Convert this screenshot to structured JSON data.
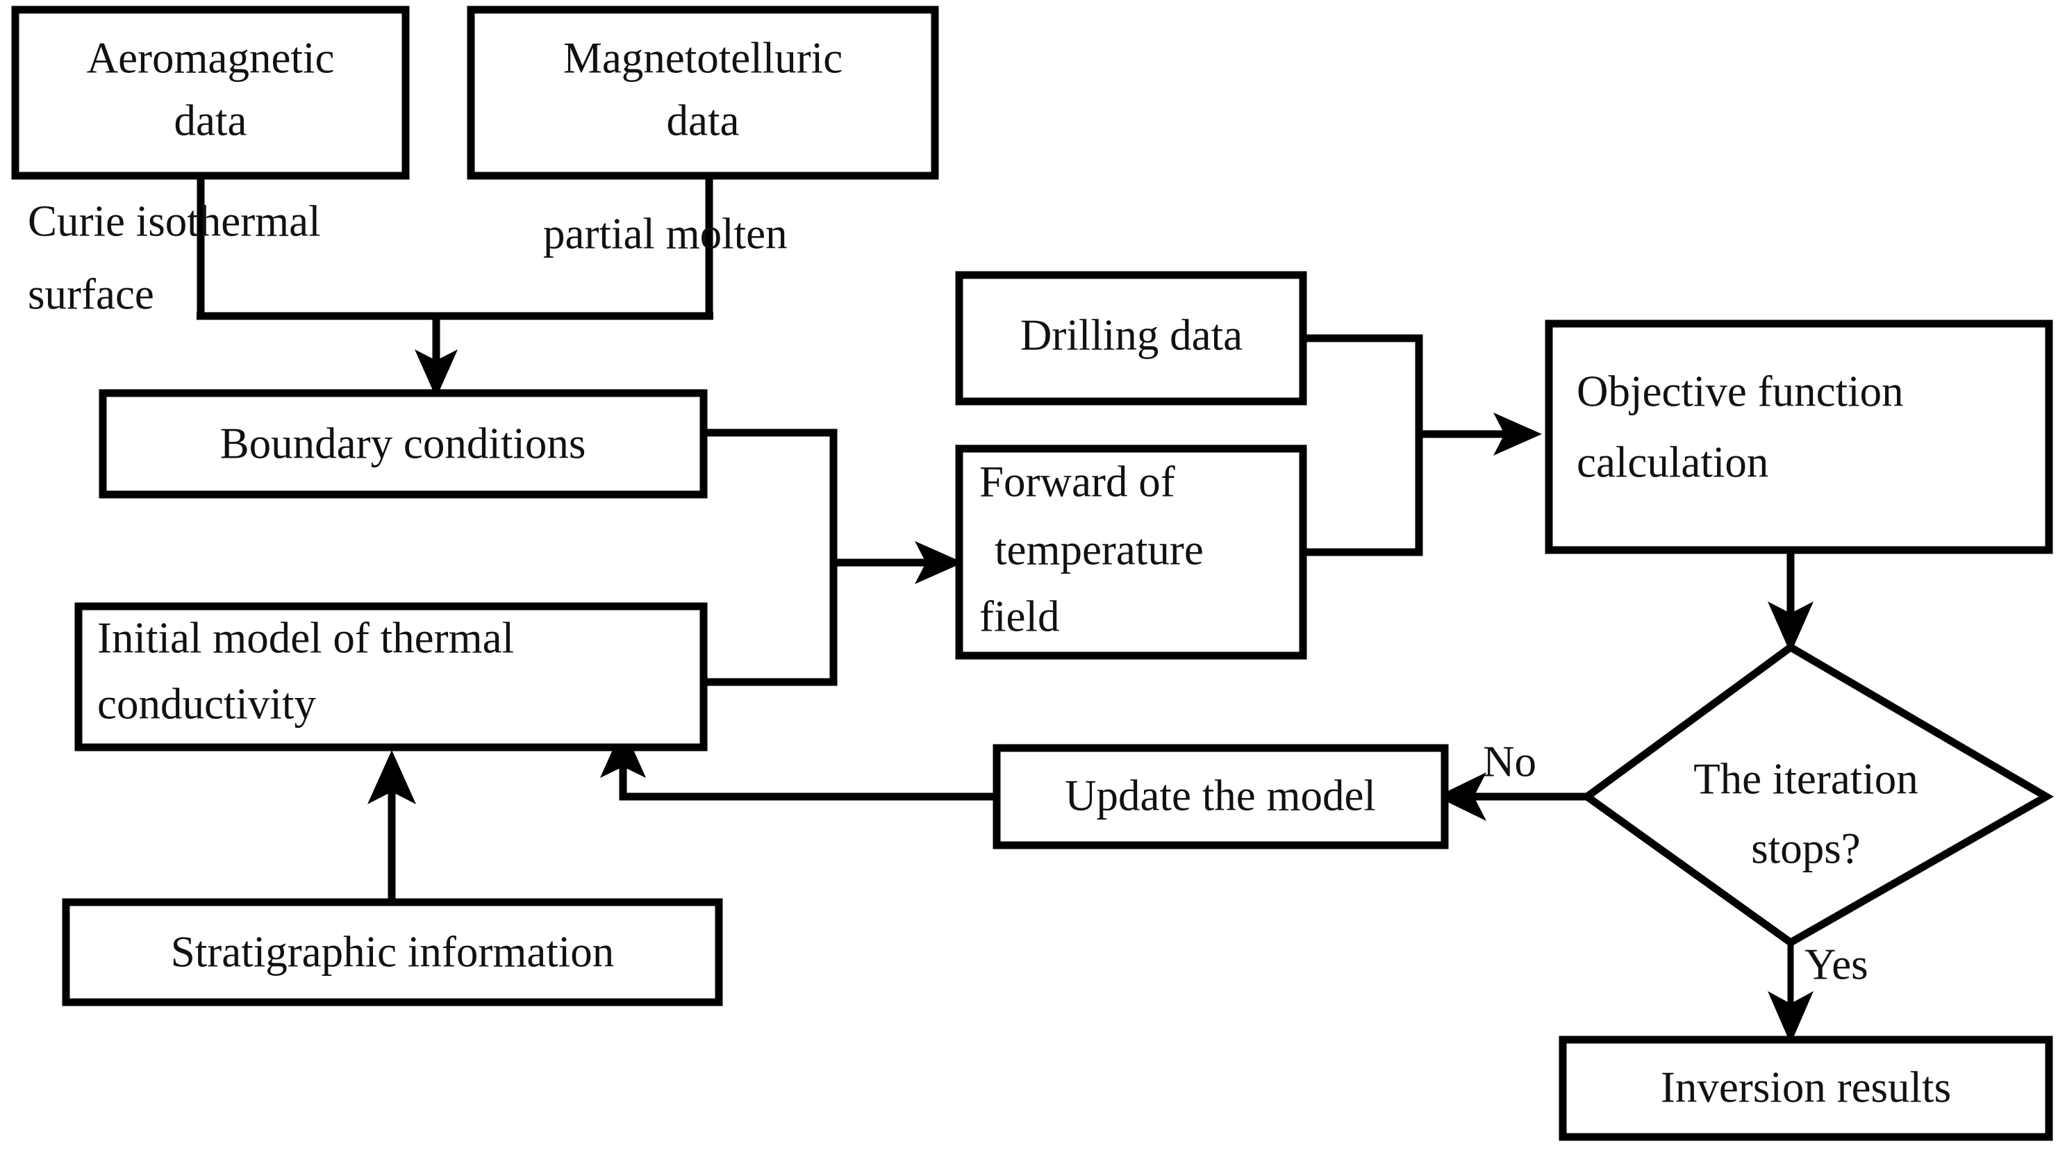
{
  "diagram": {
    "title": "Thermal structure joint inversion workflow",
    "background_color": "#ffffff",
    "line_color": "#000000",
    "text_color": "#111111",
    "nodes": {
      "aeromagnetic": {
        "label_line1": "Aeromagnetic",
        "label_line2": "data",
        "shape": "rectangle"
      },
      "magnetotelluric": {
        "label_line1": "Magnetotelluric",
        "label_line2": "data",
        "shape": "rectangle"
      },
      "boundary": {
        "label_line1": "Boundary conditions",
        "shape": "rectangle"
      },
      "initial_model": {
        "label_line1": "Initial model of thermal",
        "label_line2": "conductivity",
        "shape": "rectangle"
      },
      "stratigraphic": {
        "label_line1": "Stratigraphic  information",
        "shape": "rectangle"
      },
      "drilling": {
        "label_line1": "Drilling  data",
        "shape": "rectangle"
      },
      "forward": {
        "label_line1": "Forward of",
        "label_line2": "temperature",
        "label_line3": "field",
        "shape": "rectangle"
      },
      "objective": {
        "label_line1": "Objective function",
        "label_line2": "calculation",
        "shape": "rectangle"
      },
      "decision": {
        "label_line1": "The iteration",
        "label_line2": "stops?",
        "shape": "diamond"
      },
      "update": {
        "label_line1": "Update the model",
        "shape": "rectangle"
      },
      "inversion": {
        "label_line1": "Inversion results",
        "shape": "rectangle"
      }
    },
    "edge_labels": {
      "curie": {
        "line1": "Curie isothermal",
        "line2": "surface"
      },
      "partial_molten": {
        "line1": "partial molten"
      },
      "no": {
        "line1": "No"
      },
      "yes": {
        "line1": "Yes"
      }
    }
  }
}
